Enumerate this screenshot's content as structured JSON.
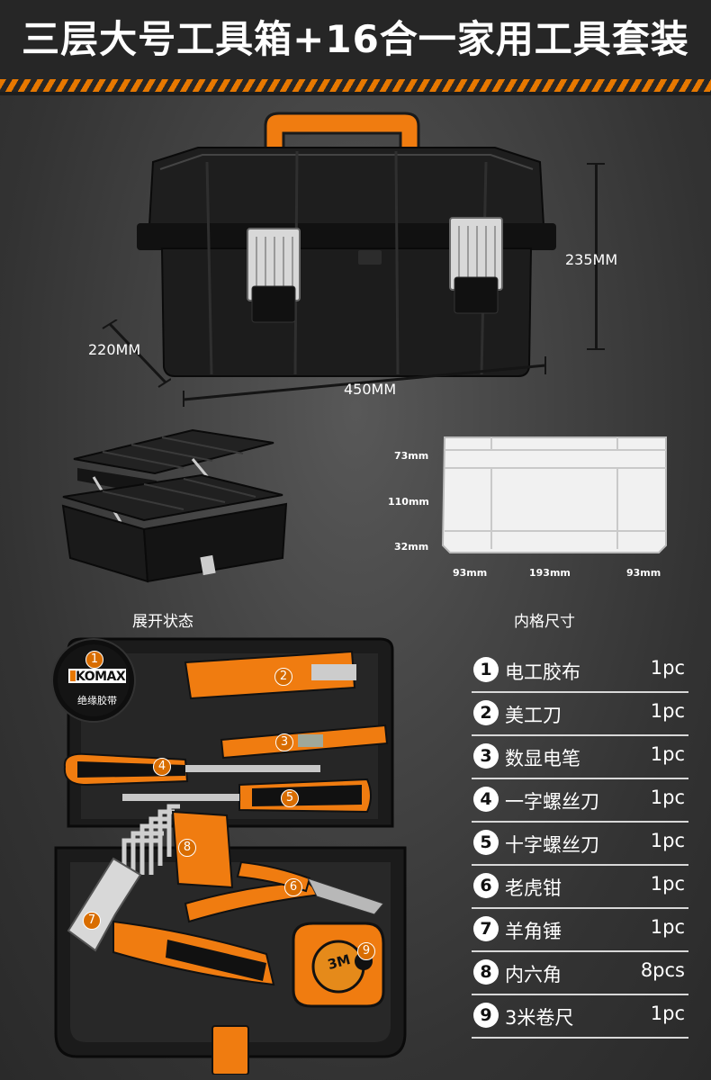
{
  "header": {
    "title": "三层大号工具箱+16合一家用工具套装"
  },
  "dimensions": {
    "height": "235MM",
    "depth": "220MM",
    "width": "450MM"
  },
  "inner": {
    "heights": [
      "73mm",
      "110mm",
      "32mm"
    ],
    "widths": [
      "93mm",
      "193mm",
      "93mm"
    ]
  },
  "captions": {
    "open_state": "展开状态",
    "inner_size": "内格尺寸"
  },
  "tape_logo": {
    "brand": "KOMAX",
    "text": "绝缘胶带"
  },
  "tape_measure_logo": "3M",
  "items": [
    {
      "num": "1",
      "name": "电工胶布",
      "qty": "1pc"
    },
    {
      "num": "2",
      "name": "美工刀",
      "qty": "1pc"
    },
    {
      "num": "3",
      "name": "数显电笔",
      "qty": "1pc"
    },
    {
      "num": "4",
      "name": "一字螺丝刀",
      "qty": "1pc"
    },
    {
      "num": "5",
      "name": "十字螺丝刀",
      "qty": "1pc"
    },
    {
      "num": "6",
      "name": "老虎钳",
      "qty": "1pc"
    },
    {
      "num": "7",
      "name": "羊角锤",
      "qty": "1pc"
    },
    {
      "num": "8",
      "name": "内六角",
      "qty": "8pcs"
    },
    {
      "num": "9",
      "name": "3米卷尺",
      "qty": "1pc"
    }
  ],
  "colors": {
    "accent": "#e77800",
    "background": "#3b3b3b"
  }
}
